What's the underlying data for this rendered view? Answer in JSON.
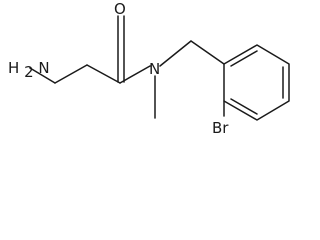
{
  "molecule": {
    "atom_labels": {
      "amine_n": "N",
      "amine_h": "H",
      "amine_h_count": "2",
      "carbonyl_o": "O",
      "amide_n": "N",
      "bromine": "Br"
    }
  }
}
